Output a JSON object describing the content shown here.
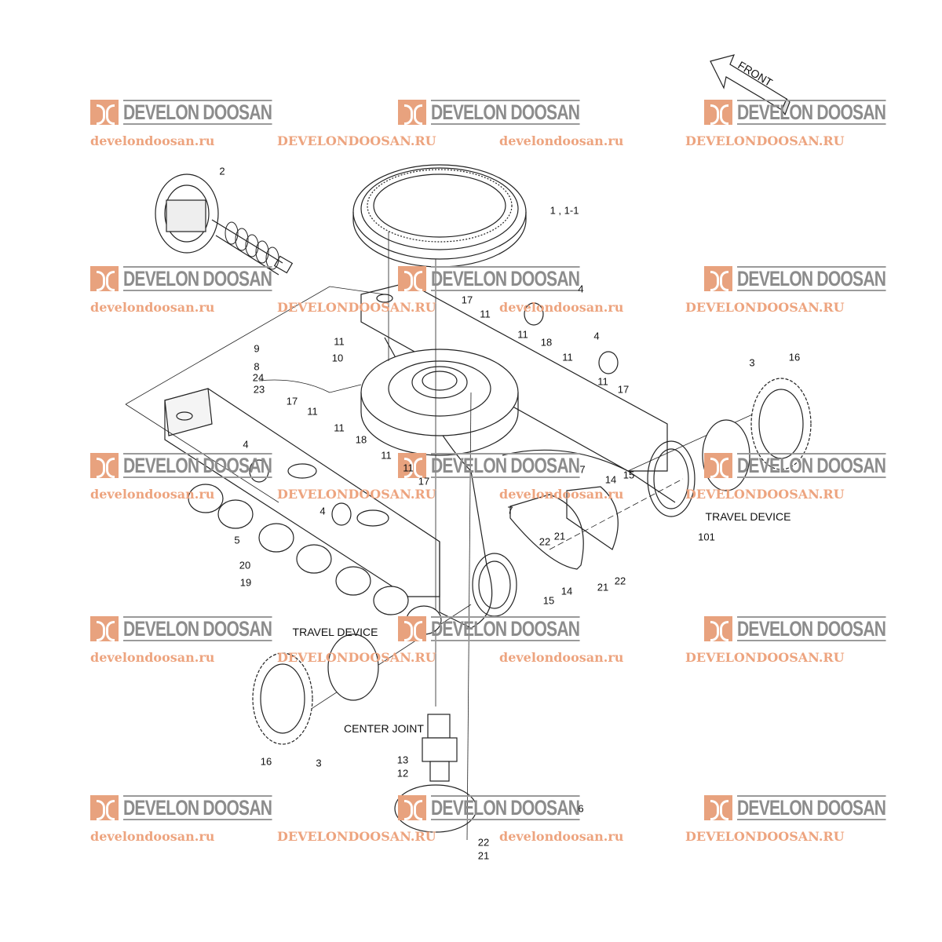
{
  "watermark": {
    "brand": "DEVELON DOOSAN",
    "url_lower": "develondoosan.ru",
    "url_upper": "DEVELONDOOSAN.RU",
    "color_logo": "#e8a27e",
    "color_text": "#8c8c8c"
  },
  "front_arrow": {
    "label": "FRONT"
  },
  "parts": [
    "2",
    "1 , 1-1",
    "17",
    "4",
    "11",
    "11",
    "18",
    "11",
    "4",
    "11",
    "17",
    "11",
    "10",
    "9",
    "8",
    "24",
    "23",
    "17",
    "11",
    "11",
    "18",
    "4",
    "11",
    "11",
    "17",
    "4",
    "5",
    "20",
    "19",
    "3",
    "16",
    "14",
    "15",
    "7",
    "7",
    "101",
    "22",
    "21",
    "14",
    "15",
    "21",
    "22",
    "16",
    "3",
    "13",
    "12",
    "6",
    "22",
    "21"
  ],
  "assemblies": {
    "travel_device_right": "TRAVEL DEVICE",
    "travel_device_left": "TRAVEL DEVICE",
    "center_joint": "CENTER JOINT"
  }
}
